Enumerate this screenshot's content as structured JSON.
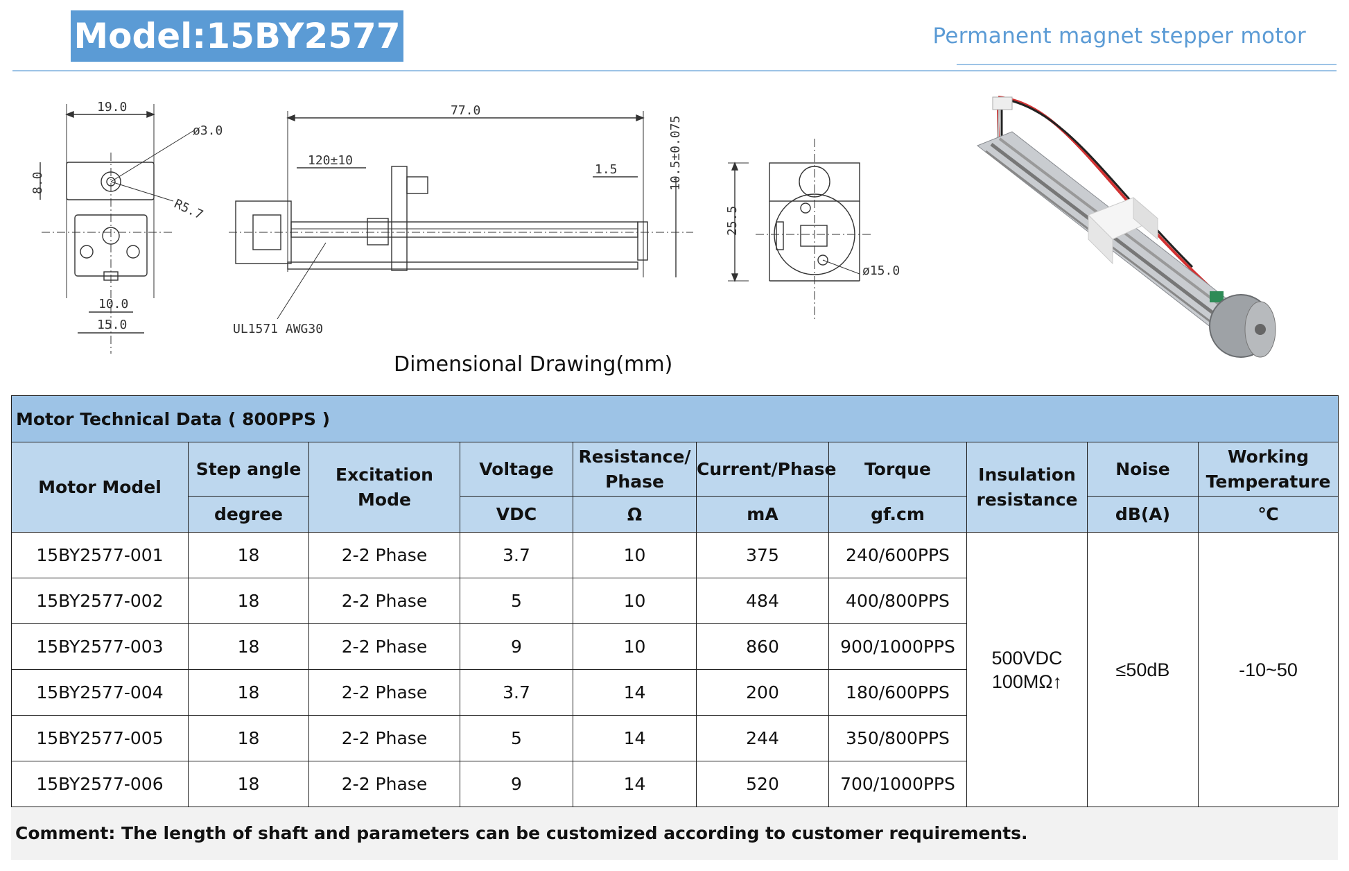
{
  "header": {
    "model_title": "Model:15BY2577",
    "subtitle": "Permanent magnet stepper motor"
  },
  "drawing": {
    "caption": "Dimensional Drawing(mm)",
    "dims": {
      "d19": "19.0",
      "d3": "ø3.0",
      "d8": "8.0",
      "r57": "R5.7",
      "d10": "10.0",
      "d15": "15.0",
      "d77": "77.0",
      "d120": "120±10",
      "d15b": "1.5",
      "d105": "10.5±0.075",
      "d255": "25.5",
      "dphi15": "ø15.0",
      "wire": "UL1571 AWG30"
    }
  },
  "table": {
    "section_title": "Motor Technical Data ( 800PPS )",
    "headers": {
      "model": "Motor Model",
      "step": "Step angle",
      "step_unit": "degree",
      "excitation": "Excitation Mode",
      "voltage": "Voltage",
      "voltage_unit": "VDC",
      "resistance_l1": "Resistance/",
      "resistance_l2": "Phase",
      "resistance_unit": "Ω",
      "current": "Current/Phase",
      "current_unit": "mA",
      "torque": "Torque",
      "torque_unit": "gf.cm",
      "insulation_l1": "Insulation",
      "insulation_l2": "resistance",
      "noise": "Noise",
      "noise_unit": "dB(A)",
      "temp_l1": "Working",
      "temp_l2": "Temperature",
      "temp_unit": "℃"
    },
    "rows": [
      {
        "model": "15BY2577-001",
        "step": "18",
        "mode": "2-2 Phase",
        "voltage": "3.7",
        "resistance": "10",
        "current": "375",
        "torque": "240/600PPS"
      },
      {
        "model": "15BY2577-002",
        "step": "18",
        "mode": "2-2 Phase",
        "voltage": "5",
        "resistance": "10",
        "current": "484",
        "torque": "400/800PPS"
      },
      {
        "model": "15BY2577-003",
        "step": "18",
        "mode": "2-2 Phase",
        "voltage": "9",
        "resistance": "10",
        "current": "860",
        "torque": "900/1000PPS"
      },
      {
        "model": "15BY2577-004",
        "step": "18",
        "mode": "2-2 Phase",
        "voltage": "3.7",
        "resistance": "14",
        "current": "200",
        "torque": "180/600PPS"
      },
      {
        "model": "15BY2577-005",
        "step": "18",
        "mode": "2-2 Phase",
        "voltage": "5",
        "resistance": "14",
        "current": "244",
        "torque": "350/800PPS"
      },
      {
        "model": "15BY2577-006",
        "step": "18",
        "mode": "2-2 Phase",
        "voltage": "9",
        "resistance": "14",
        "current": "520",
        "torque": "700/1000PPS"
      }
    ],
    "insulation_l1": "500VDC",
    "insulation_l2": "100MΩ↑",
    "noise": "≤50dB",
    "temperature": "-10~50"
  },
  "comment": "Comment: The length of shaft and parameters can be customized according to customer requirements."
}
